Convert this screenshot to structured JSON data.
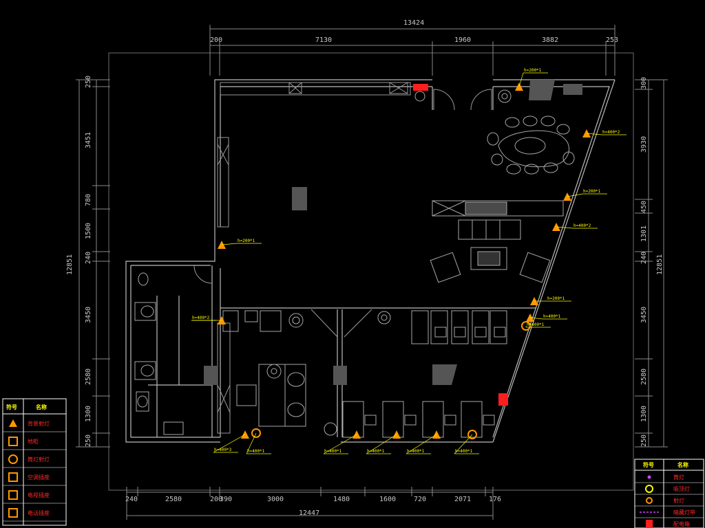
{
  "colors": {
    "background": "#000000",
    "walls": "#bdbdbd",
    "dimension_lines": "#8a8a8a",
    "device_orange": "#ff9900",
    "device_red": "#ff1e1e",
    "tag_yellow": "#ffff00",
    "legend_red": "#ff2a2a",
    "legend_border": "#ffffff"
  },
  "dimensions": {
    "top_total": "13424",
    "top_segments": [
      "200",
      "7130",
      "1960",
      "3882",
      "253"
    ],
    "bottom_total": "12447",
    "bottom_segments": [
      "240",
      "2580",
      "200",
      "390",
      "3000",
      "1480",
      "1600",
      "720",
      "2071",
      "176"
    ],
    "left_total": "12851",
    "left_segments": [
      "250",
      "3451",
      "780",
      "1500",
      "240",
      "3450",
      "2580",
      "1300",
      "250"
    ],
    "right_total": "12851",
    "right_segments": [
      "300",
      "3930",
      "450",
      "1301",
      "240",
      "3450",
      "2580",
      "1300",
      "250"
    ]
  },
  "device_tags": [
    "h=200*1",
    "h=400*2",
    "h=200*1",
    "h=400*2",
    "h=200*1",
    "h=400*1",
    "h=200*1",
    "h=400*2",
    "h=400*1",
    "h=400*3",
    "h=400*1",
    "h=400*1",
    "h=400*1",
    "h=400*1",
    "h=400*1"
  ],
  "legend_left": {
    "header": [
      "符号",
      "名称"
    ],
    "rows": [
      {
        "icon": "triangle-device-icon",
        "name": "背景射灯"
      },
      {
        "icon": "square-device-icon",
        "name": "地柜"
      },
      {
        "icon": "circle-device-icon",
        "name": "筒灯射灯"
      },
      {
        "icon": "lamp-device-icon",
        "name": "空调插座"
      },
      {
        "icon": "socket-device-icon",
        "name": "电视插座"
      },
      {
        "icon": "box-device-icon",
        "name": "电话插座"
      }
    ]
  },
  "legend_right": {
    "header": [
      "符号",
      "名称"
    ],
    "rows": [
      {
        "icon": "dot-symbol-icon",
        "name": "筒灯"
      },
      {
        "icon": "crosshair-symbol-icon",
        "name": "吸顶灯"
      },
      {
        "icon": "ring-symbol-icon",
        "name": "射灯"
      },
      {
        "icon": "dash-symbol-icon",
        "name": "暗藏灯带"
      },
      {
        "icon": "red-box-symbol-icon",
        "name": "配电箱"
      }
    ]
  }
}
